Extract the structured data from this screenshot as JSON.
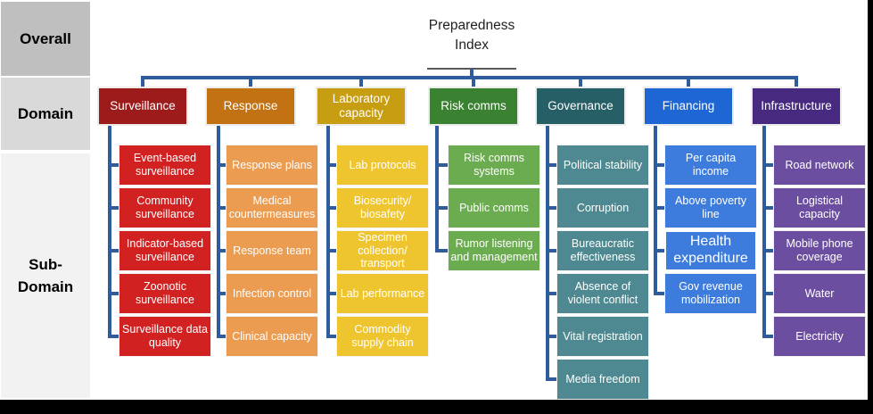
{
  "figure": {
    "title": "Preparedness\nIndex"
  },
  "sidebar": {
    "overall": "Overall",
    "domain": "Domain",
    "subdomain": "Sub-\nDomain"
  },
  "colors": {
    "connector": "#2e5c9c",
    "title_text": "#1f1f1f",
    "underline": "#595959",
    "sidebar_overall_bg": "#bfbfbf",
    "sidebar_domain_bg": "#d9d9d9",
    "sidebar_subdomain_bg": "#f2f2f2",
    "sidebar_text": "#000000",
    "letterbox": "#000000",
    "canvas_bg": "#ffffff"
  },
  "columns": [
    {
      "id": "surveillance",
      "label": "Surveillance",
      "domain_color": "#9e1b1b",
      "sub_color": "#d12121",
      "subs": [
        "Event-based surveillance",
        "Community surveillance",
        "Indicator-based surveillance",
        "Zoonotic surveillance",
        "Surveillance data quality"
      ]
    },
    {
      "id": "response",
      "label": "Response",
      "domain_color": "#c27113",
      "sub_color": "#eb9c51",
      "subs": [
        "Response plans",
        "Medical countermeasures",
        "Response team",
        "Infection control",
        "Clinical capacity"
      ]
    },
    {
      "id": "laboratory-capacity",
      "label": "Laboratory capacity",
      "domain_color": "#c79d11",
      "sub_color": "#efc52f",
      "subs": [
        "Lab protocols",
        "Biosecurity/ biosafety",
        "Specimen collection/ transport",
        "Lab performance",
        "Commodity supply chain"
      ]
    },
    {
      "id": "risk-comms",
      "label": "Risk comms",
      "domain_color": "#3a8132",
      "sub_color": "#6cac50",
      "subs": [
        "Risk comms systems",
        "Public comms",
        "Rumor listening and management"
      ]
    },
    {
      "id": "governance",
      "label": "Governance",
      "domain_color": "#275f67",
      "sub_color": "#4e8991",
      "subs": [
        "Political stability",
        "Corruption",
        "Bureaucratic effectiveness",
        "Absence of violent conflict",
        "Vital registration",
        "Media freedom"
      ]
    },
    {
      "id": "financing",
      "label": "Financing",
      "domain_color": "#1e66d4",
      "sub_color": "#3d7cdd",
      "large_sub": 2,
      "subs": [
        "Per capita income",
        "Above poverty line",
        "Health expenditure",
        "Gov revenue mobilization"
      ]
    },
    {
      "id": "infrastructure",
      "label": "Infrastructure",
      "domain_color": "#472a80",
      "sub_color": "#6b4ea0",
      "subs": [
        "Road network",
        "Logistical capacity",
        "Mobile phone coverage",
        "Water",
        "Electricity"
      ]
    }
  ]
}
